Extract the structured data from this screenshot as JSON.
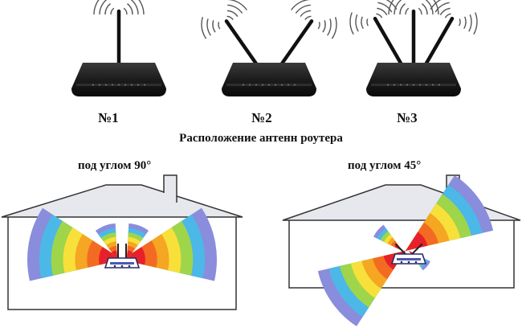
{
  "routers": [
    {
      "label": "№1",
      "antennas": [
        90
      ]
    },
    {
      "label": "№2",
      "antennas": [
        125,
        55
      ]
    },
    {
      "label": "№3",
      "antennas": [
        120,
        90,
        60
      ]
    }
  ],
  "caption": "Расположение антенн роутера",
  "houses": [
    {
      "label": "под углом 90°",
      "antenna_angle_deg": 90
    },
    {
      "label": "под углом 45°",
      "antenna_angle_deg": 45
    }
  ],
  "colors": {
    "rainbow": [
      "#e8202a",
      "#f36b22",
      "#f5a623",
      "#f8e03a",
      "#9fd54a",
      "#4cb8e8",
      "#8a8cdc"
    ],
    "router_body": "#1c1c1c",
    "house_outline": "#333333",
    "roof_fill": "#e6e8ee",
    "signal_arc": "#555555"
  },
  "icons": [
    "router-icon",
    "wifi-signal-icon",
    "house-icon"
  ]
}
